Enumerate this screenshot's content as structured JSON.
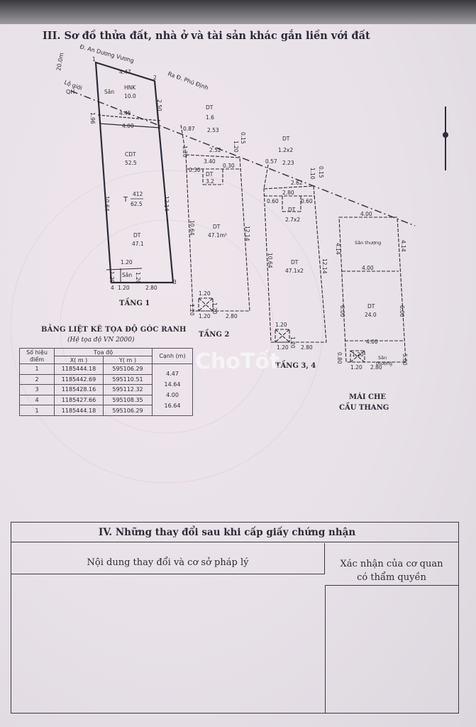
{
  "section_title": "III. Sơ đồ thửa đất, nhà ở và tài sản khác gắn liền với đất",
  "road_labels": {
    "road1": "Đ. An Dương Vương",
    "road2": "Ra Đ. Phú Định",
    "road_width": "20.0m",
    "lo_gioi_1": "Lộ giới",
    "lo_gioi_2": "QH"
  },
  "floor1": {
    "label": "TẦNG 1",
    "top_width": "4.47",
    "left_top": "1.96",
    "right_top": "2.50",
    "inner_top": "4.00",
    "inner_top2": "4.45",
    "san_label": "Sân",
    "hnk_label": "HNK",
    "hnk_area": "10.0",
    "cdt_label": "CDT",
    "cdt_area": "52.5",
    "t_label": "T",
    "t_code": "412",
    "t_area": "62.5",
    "dt_label": "DT",
    "dt_area": "47.1",
    "left_side": "10.64",
    "right_side": "12.14",
    "b1": "1.20",
    "b2": "1.20",
    "b3": "1.20",
    "b4": "1.20",
    "bottom": "2.80",
    "san2": "Sân",
    "p1": "1",
    "p2": "2",
    "p3": "3",
    "p4": "4"
  },
  "floor2": {
    "label": "TẦNG 2",
    "dt_top": "DT",
    "dt_top_val": "1.6",
    "w_top": "2.53",
    "w087": "0.87",
    "w015": "0.15",
    "w120": "1.20",
    "w120b": "1.20",
    "w252": "2.52",
    "w340": "3.40",
    "w030a": "0.30",
    "w030b": "0.30",
    "dt_small": "DT",
    "dt_small_val": "3.2",
    "dt_main": "DT",
    "dt_main_val": "47.1m²",
    "left_side": "10.64",
    "right_side": "12.14",
    "b1": "1.20",
    "b2": "1.20",
    "b3": "1.20",
    "bottom": "2.80"
  },
  "floor34": {
    "label": "TẦNG 3, 4",
    "dt_top": "DT",
    "dt_top_val": "1.2x2",
    "w057": "0.57",
    "w223": "2.23",
    "w015": "0.15",
    "w110": "1.10",
    "w280": "2.80",
    "w262": "2.62",
    "w060a": "0.60",
    "w060b": "0.60",
    "dt_small": "DT",
    "dt_small_val": "2.7x2",
    "dt_main": "DT",
    "dt_main_val": "47.1x2",
    "left_side": "10.64",
    "right_side": "12.14",
    "b1": "1.20",
    "b2": "1.20",
    "bottom": "2.80"
  },
  "roof": {
    "label1": "MÁI CHE",
    "label2": "CẦU THANG",
    "top": "4.00",
    "san1": "Sân thượng",
    "s1": "4.14",
    "s2": "4.14",
    "mid": "4.00",
    "dt": "DT",
    "dt_val": "24.0",
    "sideL": "6.00",
    "sideR": "6.00",
    "low": "4.00",
    "b080": "0.80",
    "b120a": "1.20",
    "b120b": "1.20",
    "san2a": "Sân",
    "san2b": "thượng",
    "b500": "5.00",
    "bottom": "2.80"
  },
  "coord_table": {
    "title": "BẢNG LIỆT KÊ TỌA ĐỘ GÓC RANH",
    "subtitle": "(Hệ tọa độ VN 2000)",
    "h_point_1": "Số hiệu",
    "h_point_2": "điểm",
    "h_coord": "Tọa độ",
    "h_x": "X( m )",
    "h_y": "Y( m )",
    "h_edge": "Cạnh (m)",
    "rows": [
      {
        "p": "1",
        "x": "1185444.18",
        "y": "595106.29"
      },
      {
        "p": "2",
        "x": "1185442.69",
        "y": "595110.51"
      },
      {
        "p": "3",
        "x": "1185428.16",
        "y": "595112.32"
      },
      {
        "p": "4",
        "x": "1185427.66",
        "y": "595108.35"
      },
      {
        "p": "1",
        "x": "1185444.18",
        "y": "595106.29"
      }
    ],
    "edges": [
      "4.47",
      "14.64",
      "4.00",
      "16.64"
    ]
  },
  "watermark": "ChoTốt",
  "section_iv": {
    "title": "IV. Những thay đổi sau khi cấp giấy chứng nhận",
    "col1": "Nội dung thay đổi và cơ sở pháp lý",
    "col2_l1": "Xác nhận của cơ quan",
    "col2_l2": "có thẩm quyền"
  }
}
